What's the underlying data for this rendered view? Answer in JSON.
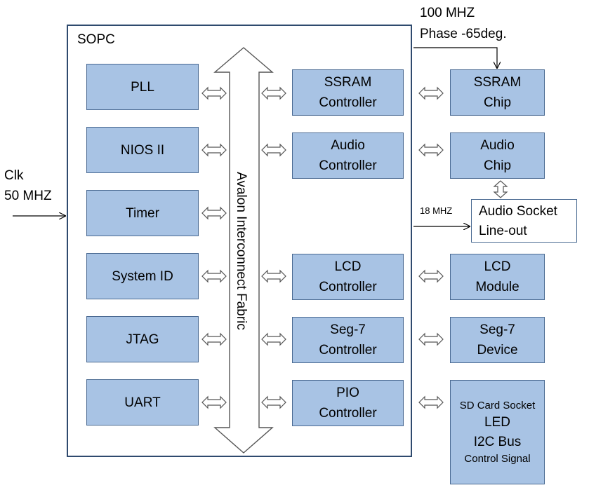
{
  "sopc_label": "SOPC",
  "clock": {
    "line1": "Clk",
    "line2": "50 MHZ"
  },
  "ssram_clock": {
    "line1": "100 MHZ",
    "line2": "Phase -65deg."
  },
  "audio_clock": "18 MHZ",
  "fabric_label": "Avalon Interconnect Fabric",
  "left_blocks": [
    {
      "label": "PLL"
    },
    {
      "label": "NIOS II"
    },
    {
      "label": "Timer"
    },
    {
      "label": "System ID"
    },
    {
      "label": "JTAG"
    },
    {
      "label": "UART"
    }
  ],
  "controllers": [
    {
      "line1": "SSRAM",
      "line2": "Controller"
    },
    {
      "line1": "Audio",
      "line2": "Controller"
    },
    {
      "line1": "LCD",
      "line2": "Controller"
    },
    {
      "line1": "Seg-7",
      "line2": "Controller"
    },
    {
      "line1": "PIO",
      "line2": "Controller"
    }
  ],
  "devices": [
    {
      "line1": "SSRAM",
      "line2": "Chip"
    },
    {
      "line1": "Audio",
      "line2": "Chip"
    },
    {
      "line1": "LCD",
      "line2": "Module"
    },
    {
      "line1": "Seg-7",
      "line2": "Device"
    }
  ],
  "audio_socket": {
    "line1": "Audio Socket",
    "line2": "Line-out"
  },
  "pio_device": {
    "line1": "SD Card Socket",
    "line2": "LED",
    "line3": "I2C Bus",
    "line4": "Control Signal"
  },
  "colors": {
    "block_fill": "#a8c3e4",
    "block_border": "#4a6a92",
    "frame": "#2f4a6e"
  }
}
